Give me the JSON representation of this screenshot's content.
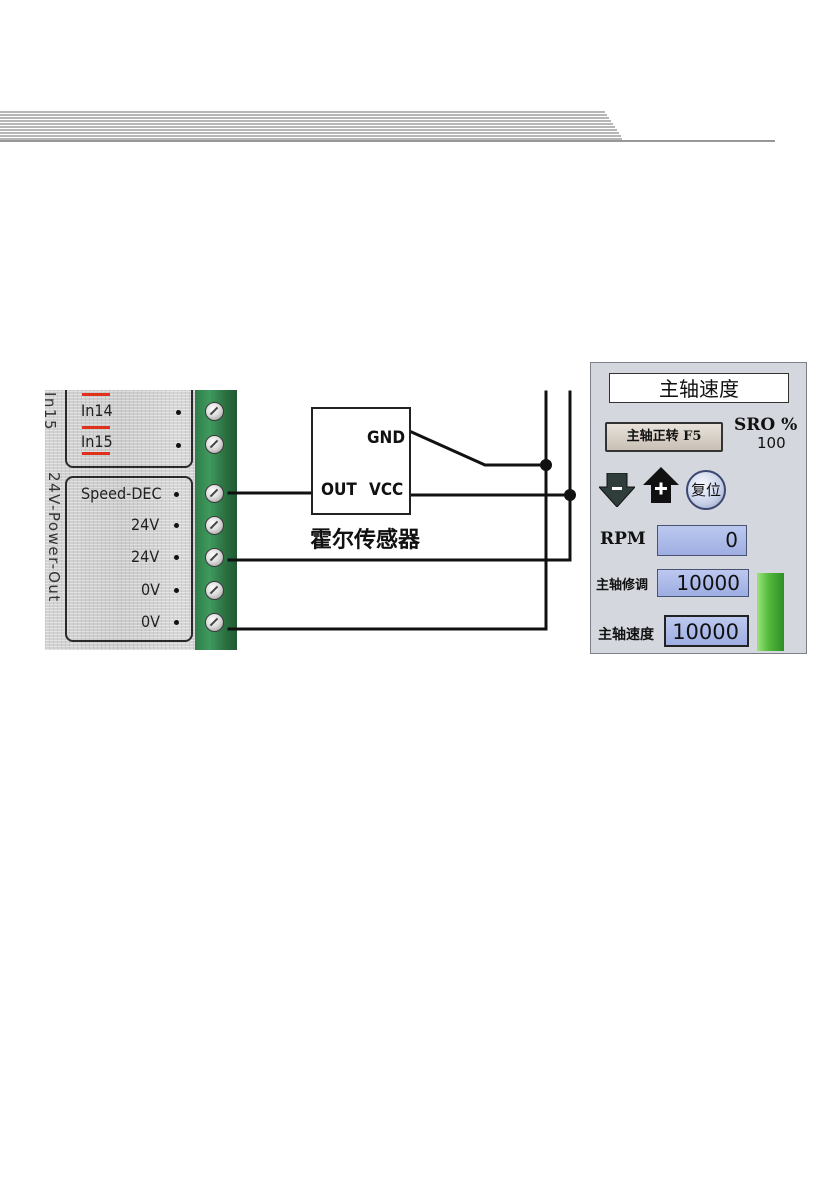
{
  "board": {
    "top_group": {
      "vertical_label": "In15",
      "pins": [
        "In14",
        "In15"
      ]
    },
    "power_group": {
      "vertical_label": "24V-Power-Out",
      "pins": [
        "Speed-DEC",
        "24V",
        "24V",
        "0V",
        "0V"
      ]
    }
  },
  "sensor": {
    "name": "霍尔传感器",
    "pins": {
      "gnd": "GND",
      "out": "OUT",
      "vcc": "VCC"
    }
  },
  "panel": {
    "title": "主轴速度",
    "spindle_button": "主轴正转 F5",
    "sro_label": "SRO %",
    "sro_value": "100",
    "minus_icon": "arrow-down-minus-icon",
    "plus_icon": "arrow-up-plus-icon",
    "reset_button": "复位",
    "rpm_label": "RPM",
    "rpm_value": "0",
    "override_label": "主轴修调",
    "override_value": "10000",
    "speed_label": "主轴速度",
    "speed_value": "10000",
    "speed_level": 1.0,
    "bar_color": "#4caf3a"
  },
  "colors": {
    "terminal": "#2f7d4a",
    "pin_marker": "#e0301e",
    "value_box": "#aab8e8"
  }
}
